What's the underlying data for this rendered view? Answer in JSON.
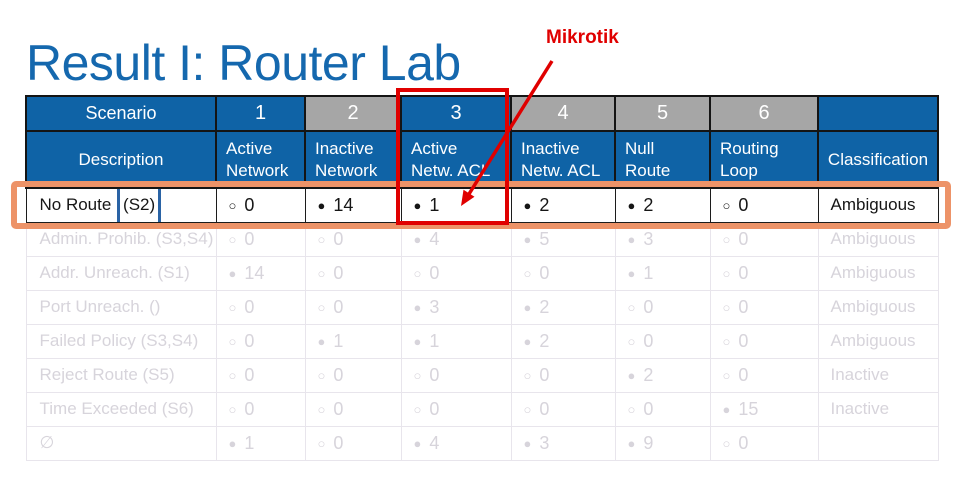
{
  "title": "Result I: Router Lab",
  "annotation": {
    "label": "Mikrotik"
  },
  "colors": {
    "title_blue": "#1568ae",
    "header_blue": "#0f63a6",
    "header_gray": "#a6a6a6",
    "annotation_red": "#e00000",
    "highlight_orange": "#ed9368",
    "callout_box_blue": "#2a63a5",
    "faded_text": "#d7d4db"
  },
  "icons": {
    "filled_dot": "●",
    "hollow_dot": "○"
  },
  "table": {
    "header": {
      "scenario_label": "Scenario",
      "description_label": "Description",
      "classification_label": "Classification",
      "columns": [
        {
          "number": "1",
          "bg": "blue",
          "description": "Active\nNetwork"
        },
        {
          "number": "2",
          "bg": "gray",
          "description": "Inactive\nNetwork"
        },
        {
          "number": "3",
          "bg": "blue",
          "description": "Active\nNetw. ACL"
        },
        {
          "number": "4",
          "bg": "gray",
          "description": "Inactive\nNetw. ACL"
        },
        {
          "number": "5",
          "bg": "gray",
          "description": "Null\nRoute"
        },
        {
          "number": "6",
          "bg": "gray",
          "description": "Routing\nLoop"
        }
      ]
    },
    "rows": [
      {
        "label": "No Route",
        "boxed_suffix": "(S2)",
        "faded": false,
        "highlighted": true,
        "values": [
          {
            "dot": "hollow",
            "count": "0"
          },
          {
            "dot": "filled",
            "count": "14"
          },
          {
            "dot": "filled",
            "count": "1"
          },
          {
            "dot": "filled",
            "count": "2"
          },
          {
            "dot": "filled",
            "count": "2"
          },
          {
            "dot": "hollow",
            "count": "0"
          }
        ],
        "classification": "Ambiguous"
      },
      {
        "label": "Admin. Prohib. (S3,S4)",
        "faded": true,
        "values": [
          {
            "dot": "hollow",
            "count": "0"
          },
          {
            "dot": "hollow",
            "count": "0"
          },
          {
            "dot": "filled",
            "count": "4"
          },
          {
            "dot": "filled",
            "count": "5"
          },
          {
            "dot": "filled",
            "count": "3"
          },
          {
            "dot": "hollow",
            "count": "0"
          }
        ],
        "classification": "Ambiguous"
      },
      {
        "label": "Addr. Unreach. (S1)",
        "faded": true,
        "values": [
          {
            "dot": "filled",
            "count": "14"
          },
          {
            "dot": "hollow",
            "count": "0"
          },
          {
            "dot": "hollow",
            "count": "0"
          },
          {
            "dot": "hollow",
            "count": "0"
          },
          {
            "dot": "filled",
            "count": "1"
          },
          {
            "dot": "hollow",
            "count": "0"
          }
        ],
        "classification": "Ambiguous"
      },
      {
        "label": "Port Unreach. ()",
        "faded": true,
        "values": [
          {
            "dot": "hollow",
            "count": "0"
          },
          {
            "dot": "hollow",
            "count": "0"
          },
          {
            "dot": "filled",
            "count": "3"
          },
          {
            "dot": "filled",
            "count": "2"
          },
          {
            "dot": "hollow",
            "count": "0"
          },
          {
            "dot": "hollow",
            "count": "0"
          }
        ],
        "classification": "Ambiguous"
      },
      {
        "label": "Failed Policy (S3,S4)",
        "faded": true,
        "values": [
          {
            "dot": "hollow",
            "count": "0"
          },
          {
            "dot": "filled",
            "count": "1"
          },
          {
            "dot": "filled",
            "count": "1"
          },
          {
            "dot": "filled",
            "count": "2"
          },
          {
            "dot": "hollow",
            "count": "0"
          },
          {
            "dot": "hollow",
            "count": "0"
          }
        ],
        "classification": "Ambiguous"
      },
      {
        "label": "Reject Route (S5)",
        "faded": true,
        "values": [
          {
            "dot": "hollow",
            "count": "0"
          },
          {
            "dot": "hollow",
            "count": "0"
          },
          {
            "dot": "hollow",
            "count": "0"
          },
          {
            "dot": "hollow",
            "count": "0"
          },
          {
            "dot": "filled",
            "count": "2"
          },
          {
            "dot": "hollow",
            "count": "0"
          }
        ],
        "classification": "Inactive"
      },
      {
        "label": "Time Exceeded (S6)",
        "faded": true,
        "values": [
          {
            "dot": "hollow",
            "count": "0"
          },
          {
            "dot": "hollow",
            "count": "0"
          },
          {
            "dot": "hollow",
            "count": "0"
          },
          {
            "dot": "hollow",
            "count": "0"
          },
          {
            "dot": "hollow",
            "count": "0"
          },
          {
            "dot": "filled",
            "count": "15"
          }
        ],
        "classification": "Inactive"
      },
      {
        "label": "∅",
        "faded": true,
        "values": [
          {
            "dot": "filled",
            "count": "1"
          },
          {
            "dot": "hollow",
            "count": "0"
          },
          {
            "dot": "filled",
            "count": "4"
          },
          {
            "dot": "filled",
            "count": "3"
          },
          {
            "dot": "filled",
            "count": "9"
          },
          {
            "dot": "hollow",
            "count": "0"
          }
        ],
        "classification": ""
      }
    ]
  }
}
